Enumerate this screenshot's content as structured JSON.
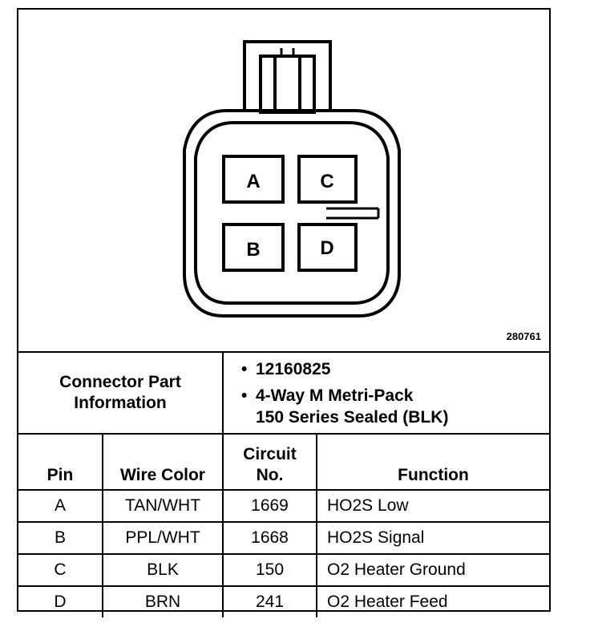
{
  "diagram": {
    "figure_id": "280761",
    "pins": [
      "A",
      "C",
      "B",
      "D"
    ]
  },
  "connector_info": {
    "label_line1": "Connector Part",
    "label_line2": "Information",
    "bullet": "•",
    "part_number": "12160825",
    "description_line1": "4-Way M Metri-Pack",
    "description_line2": "150 Series Sealed (BLK)"
  },
  "table": {
    "headers": {
      "pin": "Pin",
      "wire_color": "Wire Color",
      "circuit_line1": "Circuit",
      "circuit_line2": "No.",
      "function": "Function"
    },
    "rows": [
      {
        "pin": "A",
        "wire_color": "TAN/WHT",
        "circuit": "1669",
        "function": "HO2S Low"
      },
      {
        "pin": "B",
        "wire_color": "PPL/WHT",
        "circuit": "1668",
        "function": "HO2S Signal"
      },
      {
        "pin": "C",
        "wire_color": "BLK",
        "circuit": "150",
        "function": "O2 Heater Ground"
      },
      {
        "pin": "D",
        "wire_color": "BRN",
        "circuit": "241",
        "function": "O2 Heater Feed"
      }
    ]
  }
}
